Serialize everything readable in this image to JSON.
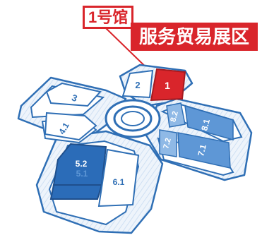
{
  "callout": {
    "hall_label": "1号馆",
    "zone_label": "服务贸易展区"
  },
  "halls": {
    "h1": "1",
    "h2": "2",
    "h3": "3",
    "h4_1": "4.1",
    "h5_1": "5.1",
    "h5_2": "5.2",
    "h6_1": "6.1",
    "h7_1": "7.1",
    "h7_2": "7.2",
    "h8_1": "8.1",
    "h8_2": "8.2"
  },
  "colors": {
    "outline": "#2f6fb5",
    "fill_light": "#eef4fb",
    "highlight_red": "#d9252b",
    "blue_dark": "#2b6cb8",
    "blue_mid": "#5e97d6",
    "blue_light": "#8fb9e6"
  }
}
